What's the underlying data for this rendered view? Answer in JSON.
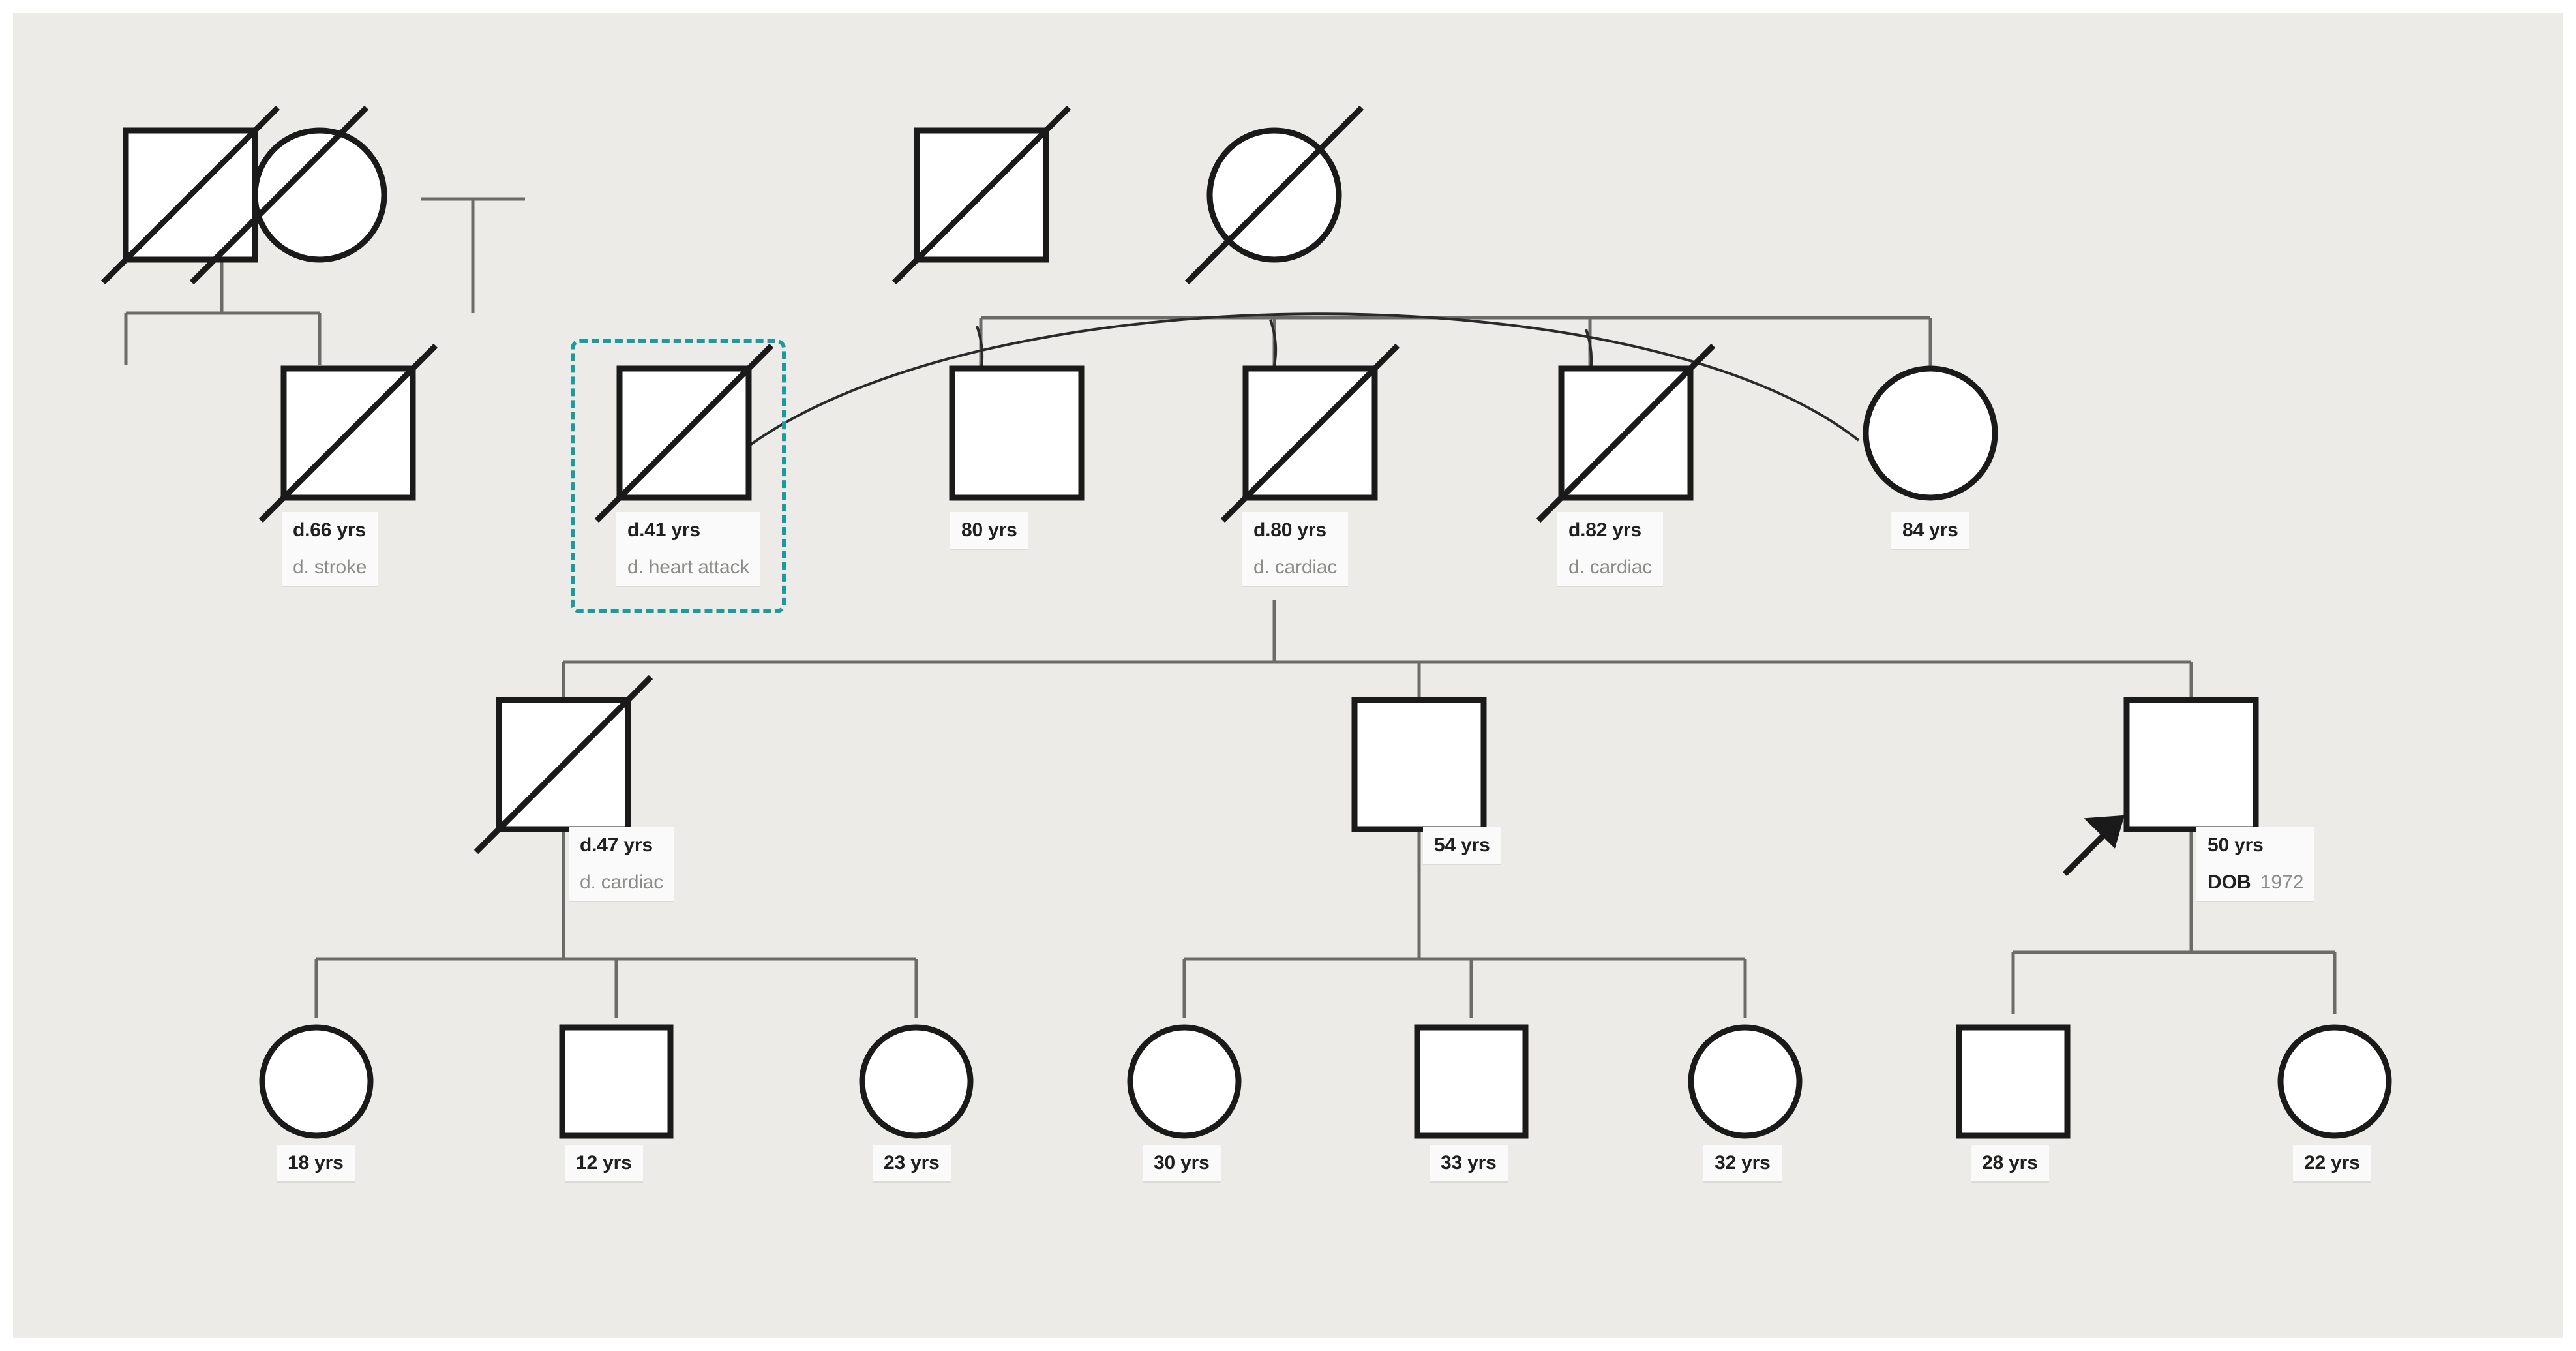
{
  "canvas": {
    "background_color": "#edebe7",
    "page_background_color": "#ffffff",
    "accent_color": "#1b9b9e",
    "symbol_stroke_color": "#1a1a1a",
    "connector_color": "#6b6b68",
    "label_background_color": "#fafafa",
    "label_primary_color": "#20201f",
    "label_secondary_color": "#8b8b88"
  },
  "chart_type": "pedigree",
  "selection": {
    "name": "selection-highlight",
    "target": "gen2-person-2",
    "color": "#1b9b9e",
    "style": "dashed"
  },
  "proband": {
    "name": "proband-arrow",
    "target": "gen3-person-3",
    "label": "proband"
  },
  "generations": [
    {
      "id": "gen1",
      "people": [
        {
          "id": "gen1-p1",
          "shape": "square",
          "deceased": true,
          "labels": []
        },
        {
          "id": "gen1-p2",
          "shape": "circle",
          "deceased": true,
          "labels": []
        },
        {
          "id": "gen1-p3",
          "shape": "square",
          "deceased": true,
          "labels": []
        },
        {
          "id": "gen1-p4",
          "shape": "circle",
          "deceased": true,
          "labels": []
        }
      ]
    },
    {
      "id": "gen2",
      "people": [
        {
          "id": "gen2-person-1",
          "shape": "square",
          "deceased": true,
          "age": "d.66 yrs",
          "cause": "d. stroke"
        },
        {
          "id": "gen2-person-2",
          "shape": "square",
          "deceased": true,
          "age": "d.41 yrs",
          "cause": "d. heart attack"
        },
        {
          "id": "gen2-person-3",
          "shape": "square",
          "deceased": false,
          "age": "80 yrs",
          "cause": ""
        },
        {
          "id": "gen2-person-4",
          "shape": "square",
          "deceased": true,
          "age": "d.80 yrs",
          "cause": "d. cardiac"
        },
        {
          "id": "gen2-person-5",
          "shape": "square",
          "deceased": true,
          "age": "d.82 yrs",
          "cause": "d. cardiac"
        },
        {
          "id": "gen2-person-6",
          "shape": "circle",
          "deceased": false,
          "age": "84 yrs",
          "cause": ""
        }
      ]
    },
    {
      "id": "gen3",
      "people": [
        {
          "id": "gen3-person-1",
          "shape": "square",
          "deceased": true,
          "age": "d.47 yrs",
          "cause": "d. cardiac"
        },
        {
          "id": "gen3-person-2",
          "shape": "square",
          "deceased": false,
          "age": "54 yrs",
          "cause": ""
        },
        {
          "id": "gen3-person-3",
          "shape": "square",
          "deceased": false,
          "age": "50 yrs",
          "dob_key": "DOB",
          "dob_value": "1972"
        }
      ]
    },
    {
      "id": "gen4",
      "people": [
        {
          "id": "gen4-person-1",
          "shape": "circle",
          "deceased": false,
          "age": "18 yrs"
        },
        {
          "id": "gen4-person-2",
          "shape": "square",
          "deceased": false,
          "age": "12 yrs"
        },
        {
          "id": "gen4-person-3",
          "shape": "circle",
          "deceased": false,
          "age": "23 yrs"
        },
        {
          "id": "gen4-person-4",
          "shape": "circle",
          "deceased": false,
          "age": "30 yrs"
        },
        {
          "id": "gen4-person-5",
          "shape": "square",
          "deceased": false,
          "age": "33 yrs"
        },
        {
          "id": "gen4-person-6",
          "shape": "circle",
          "deceased": false,
          "age": "32 yrs"
        },
        {
          "id": "gen4-person-7",
          "shape": "square",
          "deceased": false,
          "age": "28 yrs"
        },
        {
          "id": "gen4-person-8",
          "shape": "circle",
          "deceased": false,
          "age": "22 yrs"
        }
      ]
    }
  ],
  "chart_data": {
    "type": "table",
    "title": "",
    "columns": [
      "id",
      "generation",
      "sex",
      "status",
      "age_label",
      "cause_label",
      "extra"
    ],
    "rows": [
      [
        "gen1-p1",
        "I",
        "male",
        "deceased",
        "",
        "",
        ""
      ],
      [
        "gen1-p2",
        "I",
        "female",
        "deceased",
        "",
        "",
        ""
      ],
      [
        "gen1-p3",
        "I",
        "male",
        "deceased",
        "",
        "",
        ""
      ],
      [
        "gen1-p4",
        "I",
        "female",
        "deceased",
        "",
        "",
        ""
      ],
      [
        "gen2-person-1",
        "II",
        "male",
        "deceased",
        "d.66 yrs",
        "d. stroke",
        ""
      ],
      [
        "gen2-person-2",
        "II",
        "male",
        "deceased",
        "d.41 yrs",
        "d. heart attack",
        "selected"
      ],
      [
        "gen2-person-3",
        "II",
        "male",
        "alive",
        "80 yrs",
        "",
        ""
      ],
      [
        "gen2-person-4",
        "II",
        "male",
        "deceased",
        "d.80 yrs",
        "d. cardiac",
        ""
      ],
      [
        "gen2-person-5",
        "II",
        "male",
        "deceased",
        "d.82 yrs",
        "d. cardiac",
        ""
      ],
      [
        "gen2-person-6",
        "II",
        "female",
        "alive",
        "84 yrs",
        "",
        ""
      ],
      [
        "gen3-person-1",
        "III",
        "male",
        "deceased",
        "d.47 yrs",
        "d. cardiac",
        ""
      ],
      [
        "gen3-person-2",
        "III",
        "male",
        "alive",
        "54 yrs",
        "",
        ""
      ],
      [
        "gen3-person-3",
        "III",
        "male",
        "alive",
        "50 yrs",
        "",
        "DOB 1972; proband"
      ],
      [
        "gen4-person-1",
        "IV",
        "female",
        "alive",
        "18 yrs",
        "",
        ""
      ],
      [
        "gen4-person-2",
        "IV",
        "male",
        "alive",
        "12 yrs",
        "",
        ""
      ],
      [
        "gen4-person-3",
        "IV",
        "female",
        "alive",
        "23 yrs",
        "",
        ""
      ],
      [
        "gen4-person-4",
        "IV",
        "female",
        "alive",
        "30 yrs",
        "",
        ""
      ],
      [
        "gen4-person-5",
        "IV",
        "male",
        "alive",
        "33 yrs",
        "",
        ""
      ],
      [
        "gen4-person-6",
        "IV",
        "female",
        "alive",
        "32 yrs",
        "",
        ""
      ],
      [
        "gen4-person-7",
        "IV",
        "male",
        "alive",
        "28 yrs",
        "",
        ""
      ],
      [
        "gen4-person-8",
        "IV",
        "female",
        "alive",
        "22 yrs",
        "",
        ""
      ]
    ]
  }
}
